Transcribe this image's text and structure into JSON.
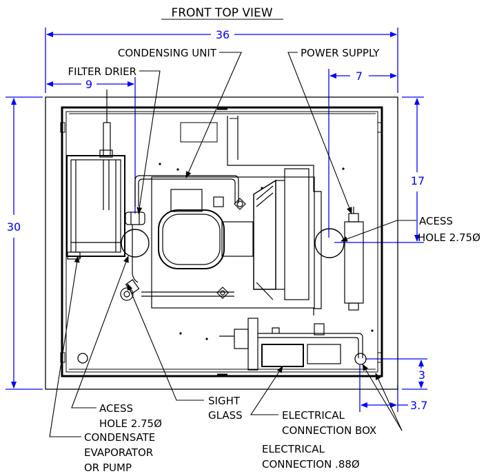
{
  "title": "FRONT TOP VIEW",
  "dimensions": {
    "overall_width": "36",
    "filter_offset": "9",
    "power_offset": "7",
    "height": "30",
    "upper_height": "17",
    "bottom_height": "3",
    "edge_offset": "3.7"
  },
  "labels": {
    "condensing_unit": "CONDENSING UNIT",
    "filter_drier": "FILTER DRIER",
    "power_supply": "POWER SUPPLY",
    "acess_hole_right_1": "ACESS",
    "acess_hole_right_2": "HOLE 2.75Ø",
    "acess_hole_left_1": "ACESS",
    "acess_hole_left_2": "HOLE 2.75Ø",
    "sight_glass_1": "SIGHT",
    "sight_glass_2": "GLASS",
    "electrical_box_1": "ELECTRICAL",
    "electrical_box_2": "CONNECTION BOX",
    "condensate_1": "CONDENSATE",
    "condensate_2": "EVAPORATOR",
    "condensate_3": "OR PUMP",
    "electrical_conn_1": "ELECTRICAL",
    "electrical_conn_2": "CONNECTION .88Ø"
  },
  "colors": {
    "outline": "#000000",
    "dimension": "#0000ff"
  }
}
